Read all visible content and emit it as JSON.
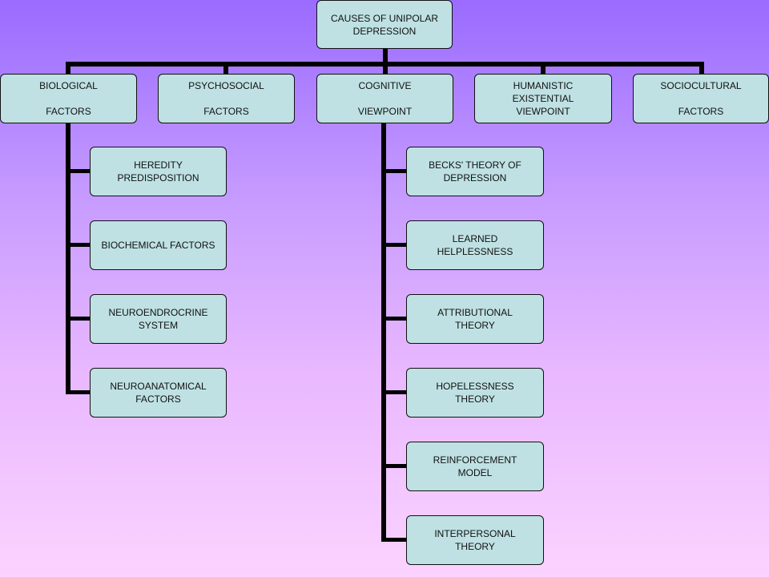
{
  "root": {
    "label": "CAUSES OF UNIPOLAR\nDEPRESSION"
  },
  "categories": [
    {
      "label": "BIOLOGICAL\n\nFACTORS"
    },
    {
      "label": "PSYCHOSOCIAL\n\nFACTORS"
    },
    {
      "label": "COGNITIVE\n\nVIEWPOINT"
    },
    {
      "label": "HUMANISTIC\nEXISTENTIAL\nVIEWPOINT"
    },
    {
      "label": "SOCIOCULTURAL\n\nFACTORS"
    }
  ],
  "biological_items": [
    {
      "label": "HEREDITY\nPREDISPOSITION"
    },
    {
      "label": "BIOCHEMICAL  FACTORS"
    },
    {
      "label": "NEUROENDROCRINE\nSYSTEM"
    },
    {
      "label": "NEUROANATOMICAL\nFACTORS"
    }
  ],
  "cognitive_items": [
    {
      "label": "BECKS' THEORY OF\nDEPRESSION"
    },
    {
      "label": "LEARNED\nHELPLESSNESS"
    },
    {
      "label": "ATTRIBUTIONAL\nTHEORY"
    },
    {
      "label": "HOPELESSNESS\nTHEORY"
    },
    {
      "label": "REINFORCEMENT\nMODEL"
    },
    {
      "label": "INTERPERSONAL\nTHEORY"
    }
  ],
  "colors": {
    "box_fill": "#bfe1e3",
    "connector": "#000000",
    "background_top": "#9a6bff",
    "background_bottom": "#fbd3ff"
  }
}
